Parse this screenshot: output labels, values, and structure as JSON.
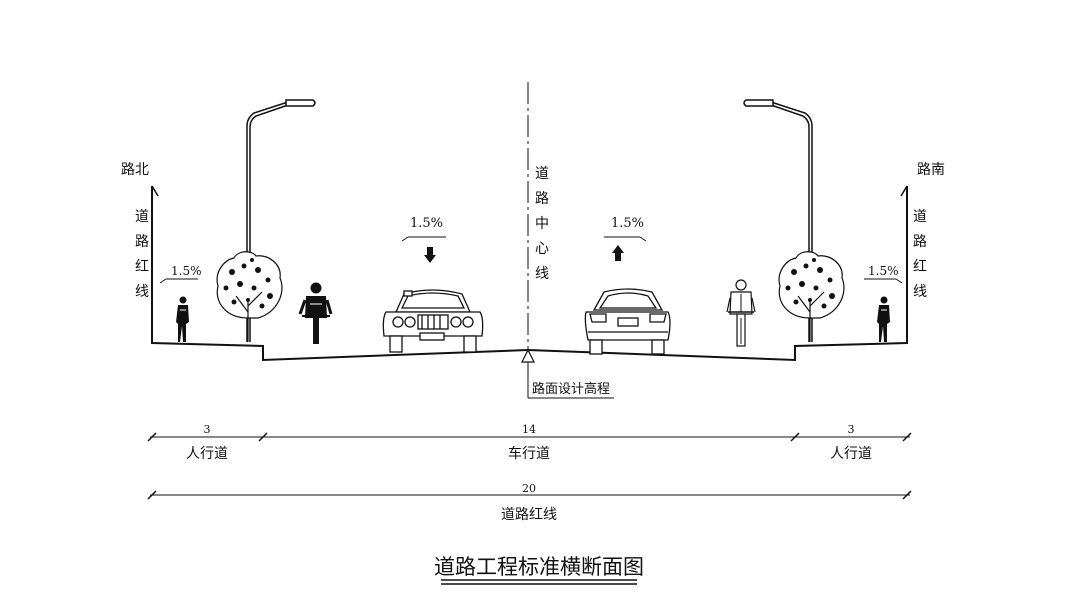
{
  "title": "道路工程标准横断面图",
  "left_side_label": "路北",
  "right_side_label": "路南",
  "red_line_vertical": [
    "道",
    "路",
    "红",
    "线"
  ],
  "center_line_vertical": [
    "道",
    "路",
    "中",
    "心",
    "线"
  ],
  "slopes": {
    "left_sidewalk": "1.5%",
    "left_carriageway": "1.5%",
    "right_carriageway": "1.5%",
    "right_sidewalk": "1.5%"
  },
  "design_elevation_label": "路面设计高程",
  "dimensions": [
    {
      "value": "3",
      "label": "人行道"
    },
    {
      "value": "14",
      "label": "车行道"
    },
    {
      "value": "3",
      "label": "人行道"
    }
  ],
  "total_dimension": {
    "value": "20",
    "label": "道路红线"
  },
  "colors": {
    "ink": "#111111",
    "background": "#ffffff"
  }
}
